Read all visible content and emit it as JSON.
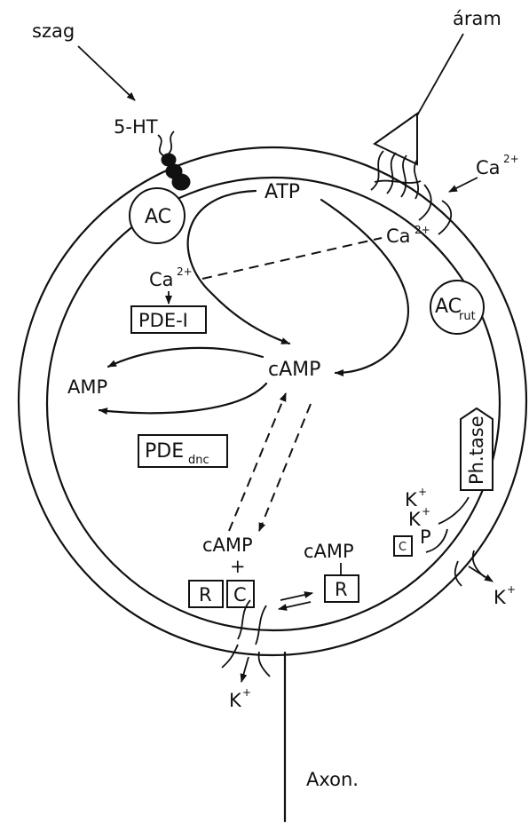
{
  "labels": {
    "szag": "szag",
    "aram": "áram",
    "five_ht": "5-HT",
    "ac": "AC",
    "atp": "ATP",
    "ca_top": "Ca",
    "ca_top_sup": "2+",
    "ca_mid": "Ca",
    "ca_mid_sup": "2+",
    "ca_left": "Ca",
    "ca_left_sup": "2+",
    "pde_i": "PDE-I",
    "ac_rut_main": "AC",
    "ac_rut_sub": "rut",
    "camp_center": "cAMP",
    "amp": "AMP",
    "pde_dnc_main": "PDE",
    "pde_dnc_sub": "dnc",
    "phtase": "Ph.tase",
    "k_plus": "K",
    "k_sup": "+",
    "p": "P",
    "c_small": "C",
    "camp_left": "cAMP",
    "plus": "+",
    "r_left": "R",
    "c_left": "C",
    "camp_right": "cAMP",
    "r_right": "R",
    "axon": "Axon."
  },
  "colors": {
    "ink": "#111111",
    "paper": "#ffffff"
  }
}
